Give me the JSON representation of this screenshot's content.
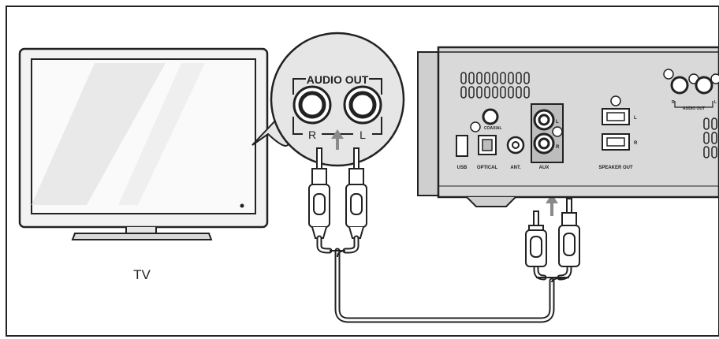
{
  "tv": {
    "label": "TV"
  },
  "callout": {
    "title": "AUDIO OUT",
    "right_label": "R",
    "left_label": "L"
  },
  "device": {
    "jacks": {
      "usb": "USB",
      "optical": "OPTICAL",
      "coaxial": "COAXIAL",
      "ant": "ANT.",
      "aux": "AUX",
      "aux_l": "L",
      "aux_r": "R",
      "speaker_out": "SPEAKER OUT",
      "speaker_l": "L",
      "speaker_r": "R",
      "audio_out": "AUDIO OUT",
      "audio_out_r": "R",
      "audio_out_l": "L"
    }
  },
  "colors": {
    "outline": "#222222",
    "device_fill": "#d9d9d9",
    "panel_dark": "#bdbdbd",
    "callout_fill": "#e6e6e6",
    "arrow": "#8a8a8a",
    "cable": "#9a9a9a"
  }
}
